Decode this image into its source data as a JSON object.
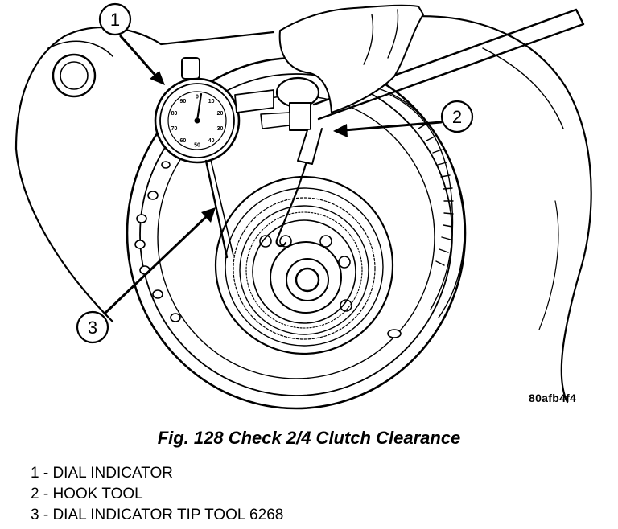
{
  "figure": {
    "callouts": [
      "1",
      "2",
      "3"
    ],
    "ref_code": "80afb4f4",
    "caption": "Fig. 128 Check 2/4 Clutch Clearance",
    "legend": [
      "1 - DIAL INDICATOR",
      "2 - HOOK TOOL",
      "3 - DIAL INDICATOR TIP TOOL 6268"
    ],
    "dial_numbers": [
      "0",
      "10",
      "20",
      "30",
      "40",
      "50",
      "60",
      "70",
      "80",
      "90"
    ]
  }
}
